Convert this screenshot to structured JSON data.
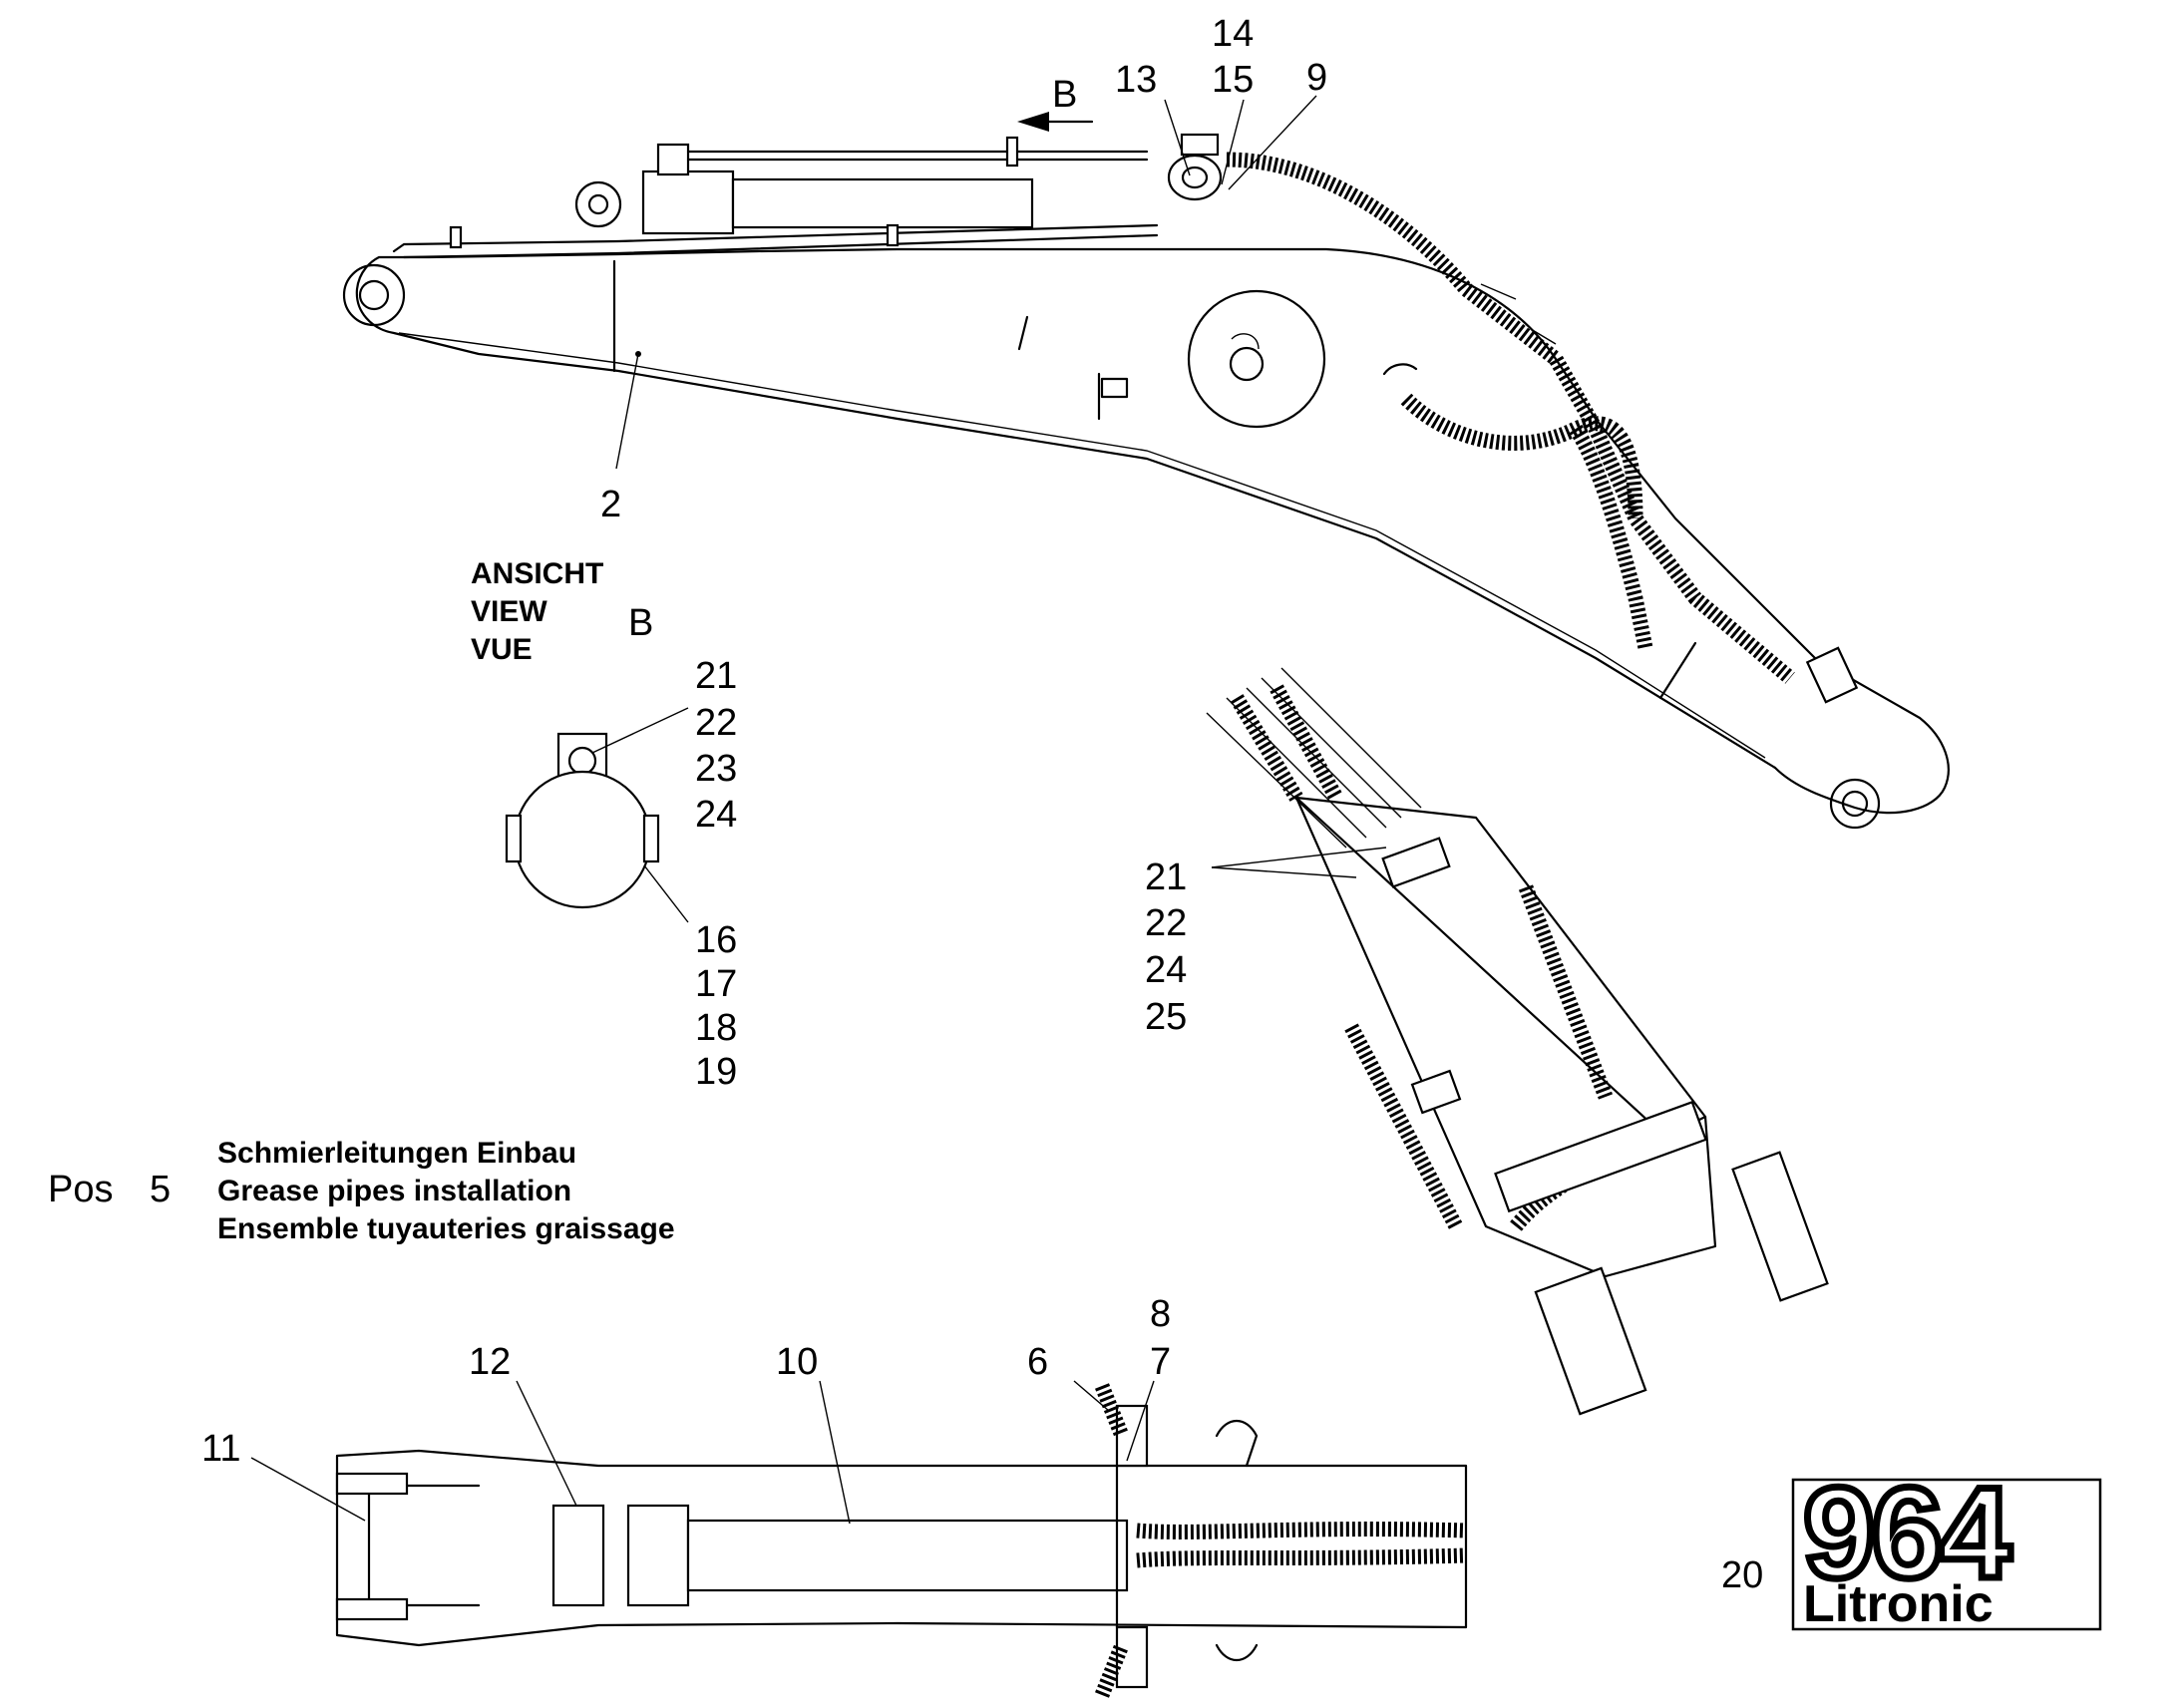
{
  "labels": {
    "p14": "14",
    "p13": "13",
    "p15": "15",
    "p9": "9",
    "p2": "2",
    "p21a": "21",
    "p22a": "22",
    "p23a": "23",
    "p24a": "24",
    "p16": "16",
    "p17": "17",
    "p18": "18",
    "p19": "19",
    "p21b": "21",
    "p22b": "22",
    "p24b": "24",
    "p25b": "25",
    "p8": "8",
    "p6": "6",
    "p7": "7",
    "p12": "12",
    "p10": "10",
    "p11": "11",
    "p20": "20"
  },
  "view_marker": "B",
  "view_label": {
    "de": "ANSICHT",
    "en": "VIEW",
    "fr": "VUE",
    "letter": "B"
  },
  "position": {
    "prefix": "Pos",
    "number": "5"
  },
  "titles": {
    "de": "Schmierleitungen Einbau",
    "en": "Grease pipes installation",
    "fr": "Ensemble tuyauteries graissage"
  },
  "logo": {
    "model": "964",
    "brand": "Litronic"
  },
  "colors": {
    "ink": "#000000",
    "paper": "#ffffff"
  }
}
